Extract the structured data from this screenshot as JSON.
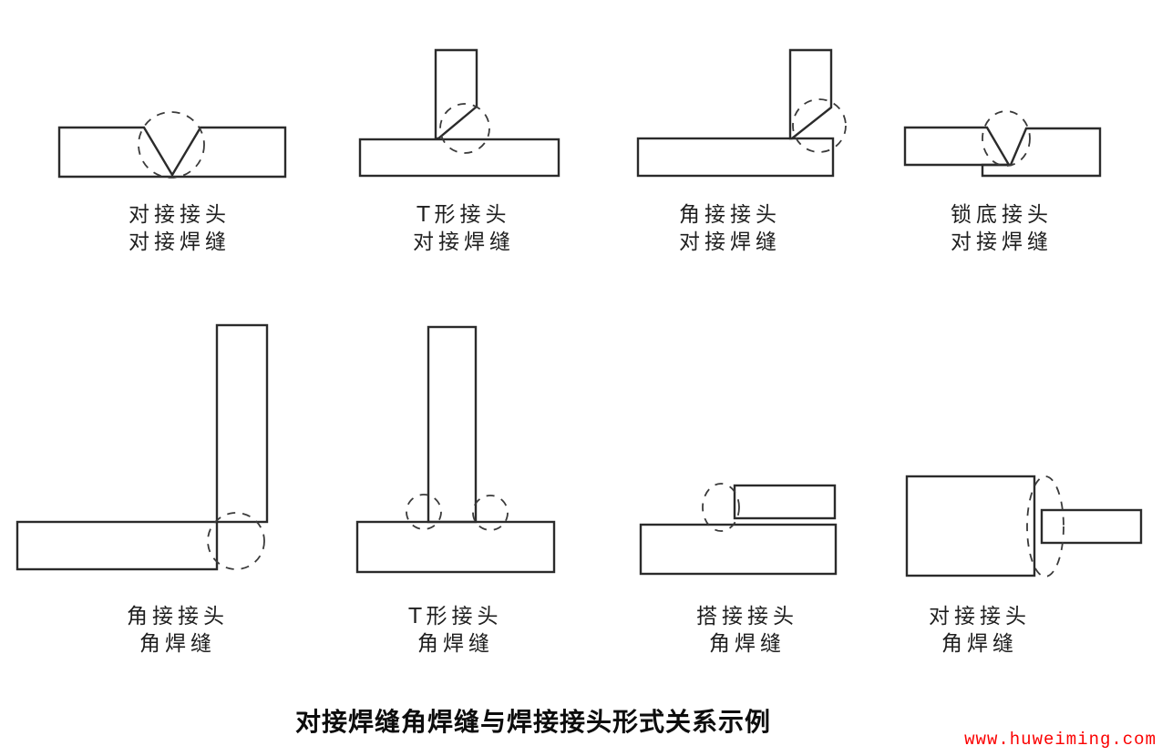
{
  "title": "对接焊缝角焊缝与焊接接头形式关系示例",
  "watermark": "www.huweiming.com",
  "colors": {
    "background": "#ffffff",
    "line": "#2b2b2b",
    "dashed_circle": "#3a3a3a",
    "watermark": "#fb0000"
  },
  "panels": [
    {
      "id": "butt-joint-butt-weld",
      "joint": "对接接头",
      "weld": "对接焊缝"
    },
    {
      "id": "t-joint-butt-weld",
      "joint": "T形接头",
      "weld": "对接焊缝"
    },
    {
      "id": "corner-joint-butt-weld",
      "joint": "角接接头",
      "weld": "对接焊缝"
    },
    {
      "id": "lock-bottom-joint-butt-weld",
      "joint": "锁底接头",
      "weld": "对接焊缝"
    },
    {
      "id": "corner-joint-fillet-weld",
      "joint": "角接接头",
      "weld": "角焊缝"
    },
    {
      "id": "t-joint-fillet-weld",
      "joint": "T形接头",
      "weld": "角焊缝"
    },
    {
      "id": "lap-joint-fillet-weld",
      "joint": "搭接接头",
      "weld": "角焊缝"
    },
    {
      "id": "butt-joint-fillet-weld",
      "joint": "对接接头",
      "weld": "角焊缝"
    }
  ]
}
